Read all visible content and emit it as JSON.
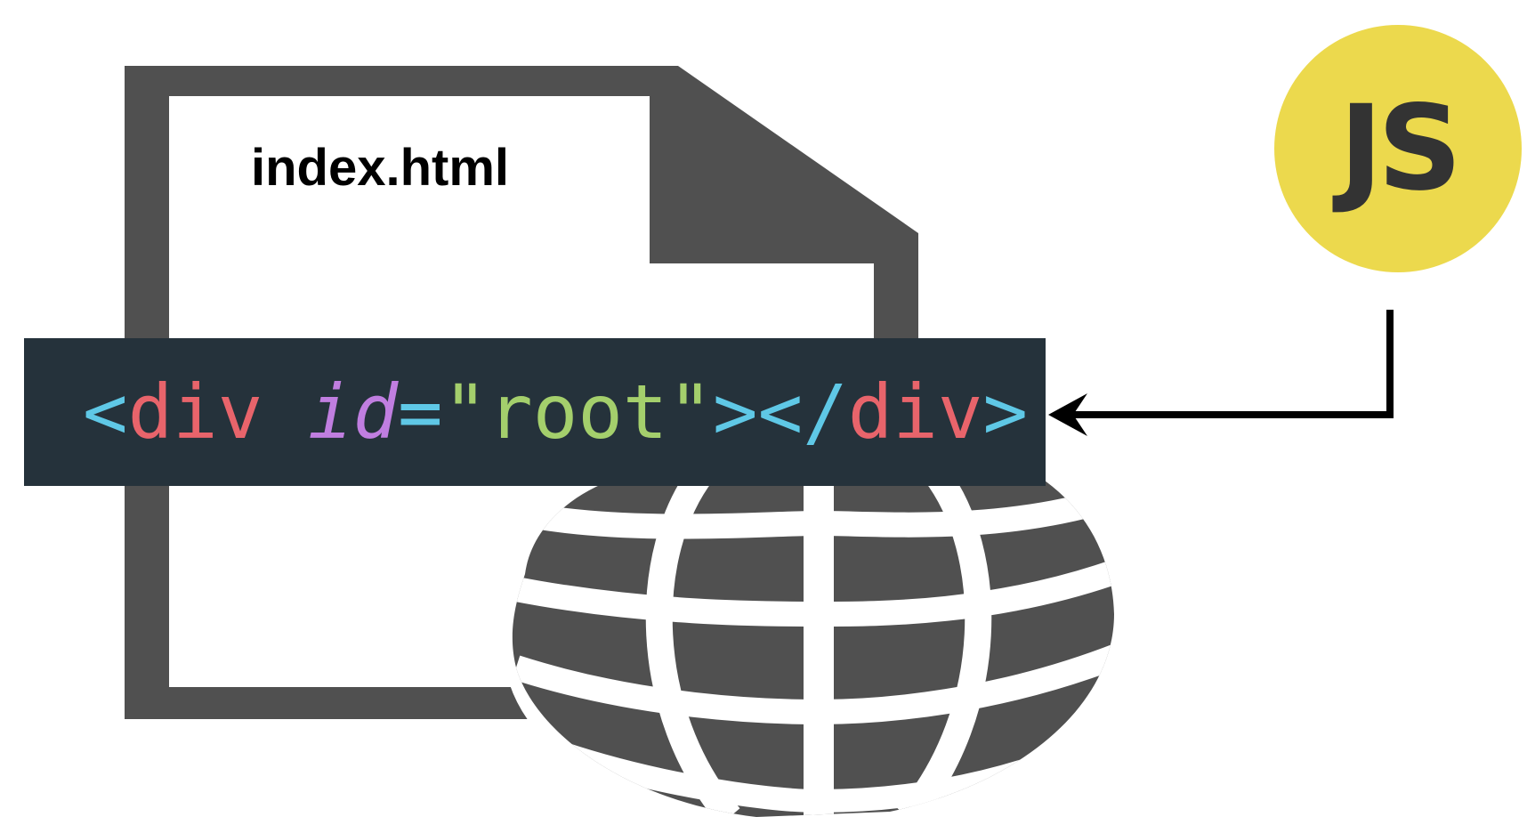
{
  "file": {
    "name": "index.html"
  },
  "code": {
    "tokens": [
      {
        "text": "<",
        "kind": "punct"
      },
      {
        "text": "div",
        "kind": "tag"
      },
      {
        "text": " ",
        "kind": "space"
      },
      {
        "text": "id",
        "kind": "attr"
      },
      {
        "text": "=",
        "kind": "punct"
      },
      {
        "text": "\"root\"",
        "kind": "str"
      },
      {
        "text": "></",
        "kind": "punct"
      },
      {
        "text": "div",
        "kind": "tag"
      },
      {
        "text": ">",
        "kind": "punct"
      }
    ]
  },
  "js_badge": {
    "label": "JS"
  },
  "colors": {
    "file_icon": "#505050",
    "code_background": "#25323b",
    "code_punctuation": "#5fc8e6",
    "code_tag": "#e8646b",
    "code_attribute": "#c07ee0",
    "code_string": "#a4cf6c",
    "js_badge": "#ecd94d",
    "js_text": "#333333",
    "globe": "#505050",
    "arrow": "#000000"
  },
  "icons": [
    "file-icon",
    "globe-icon",
    "js-logo-icon",
    "arrow-left-icon"
  ]
}
